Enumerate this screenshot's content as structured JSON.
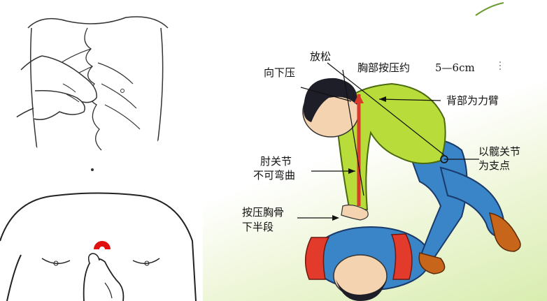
{
  "labels": {
    "fangsong": "放松",
    "xiangxiaya": "向下压",
    "xiongbu": "胸部按压约",
    "depth": "5—6cm",
    "beibu": "背部为力臂",
    "yikuan_line1": "以髋关节",
    "yikuan_line2": "为支点",
    "zhou_line1": "肘关节",
    "zhou_line2": "不可弯曲",
    "anya_line1": "按压胸骨",
    "anya_line2": "下半段"
  },
  "colors": {
    "shirt": "#b8dc3a",
    "pants": "#3a84c8",
    "arrow": "#d93a2a",
    "skin": "#f4d3b0",
    "hair": "#1e1e28",
    "point": "#e01010"
  }
}
